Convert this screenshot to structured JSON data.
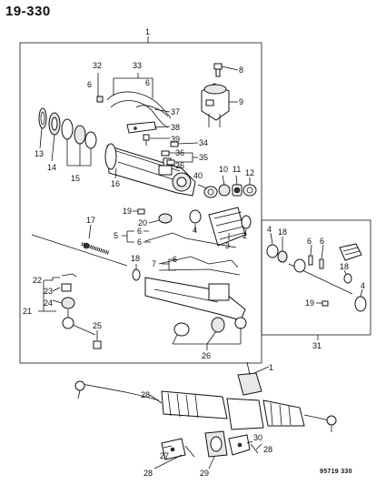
{
  "page_title": "19-330",
  "footer_code": "95719 330",
  "callouts": {
    "c1_main": "1",
    "c32": "32",
    "c33": "33",
    "c6a": "6",
    "c6b": "6",
    "c37": "37",
    "c38": "38",
    "c39": "39",
    "c8": "8",
    "c9": "9",
    "c34": "34",
    "c36a": "36",
    "c35": "35",
    "c36b": "36",
    "c13": "13",
    "c14": "14",
    "c15": "15",
    "c16": "16",
    "c40": "40",
    "c10": "10",
    "c11": "11",
    "c12": "12",
    "c19a": "19",
    "c20": "20",
    "c5": "5",
    "c6c": "6",
    "c6d": "6",
    "c4a": "4",
    "c3": "3",
    "c2": "2",
    "c17": "17",
    "c7": "7",
    "c6e": "6",
    "c18a": "18",
    "c22": "22",
    "c23": "23",
    "c24": "24",
    "c21": "21",
    "c25": "25",
    "c26": "26",
    "c4b": "4",
    "c18b": "18",
    "c6f": "6",
    "c6g": "6",
    "c18c": "18",
    "c19b": "19",
    "c4c": "4",
    "c31": "31",
    "c1_bottom": "1",
    "c28a": "28",
    "c27": "27",
    "c28b": "28",
    "c29": "29",
    "c30": "30",
    "c28c": "28"
  }
}
